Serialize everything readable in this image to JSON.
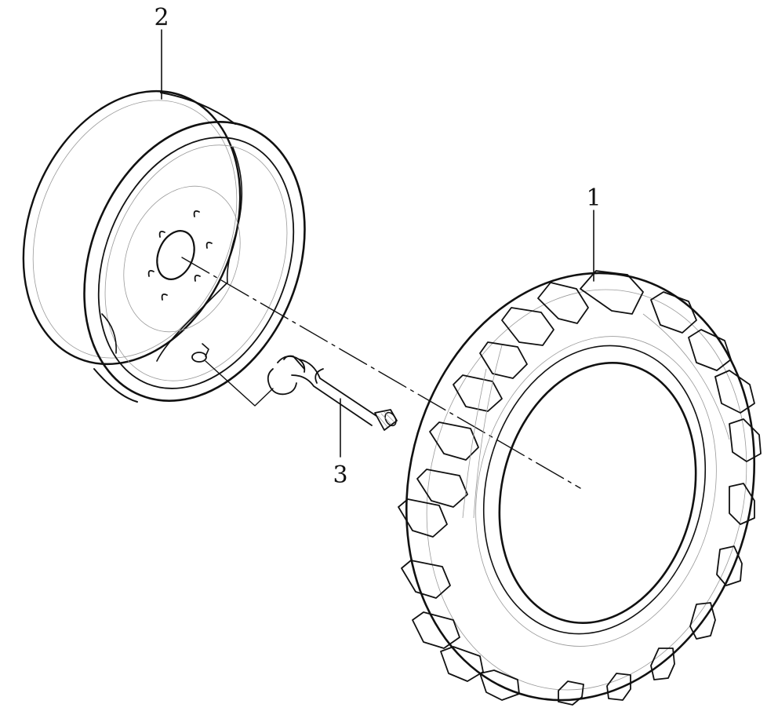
{
  "figure": {
    "callouts": [
      {
        "number": "1",
        "part": "tyre"
      },
      {
        "number": "2",
        "part": "wheel-rim"
      },
      {
        "number": "3",
        "part": "valve-stem"
      }
    ]
  }
}
